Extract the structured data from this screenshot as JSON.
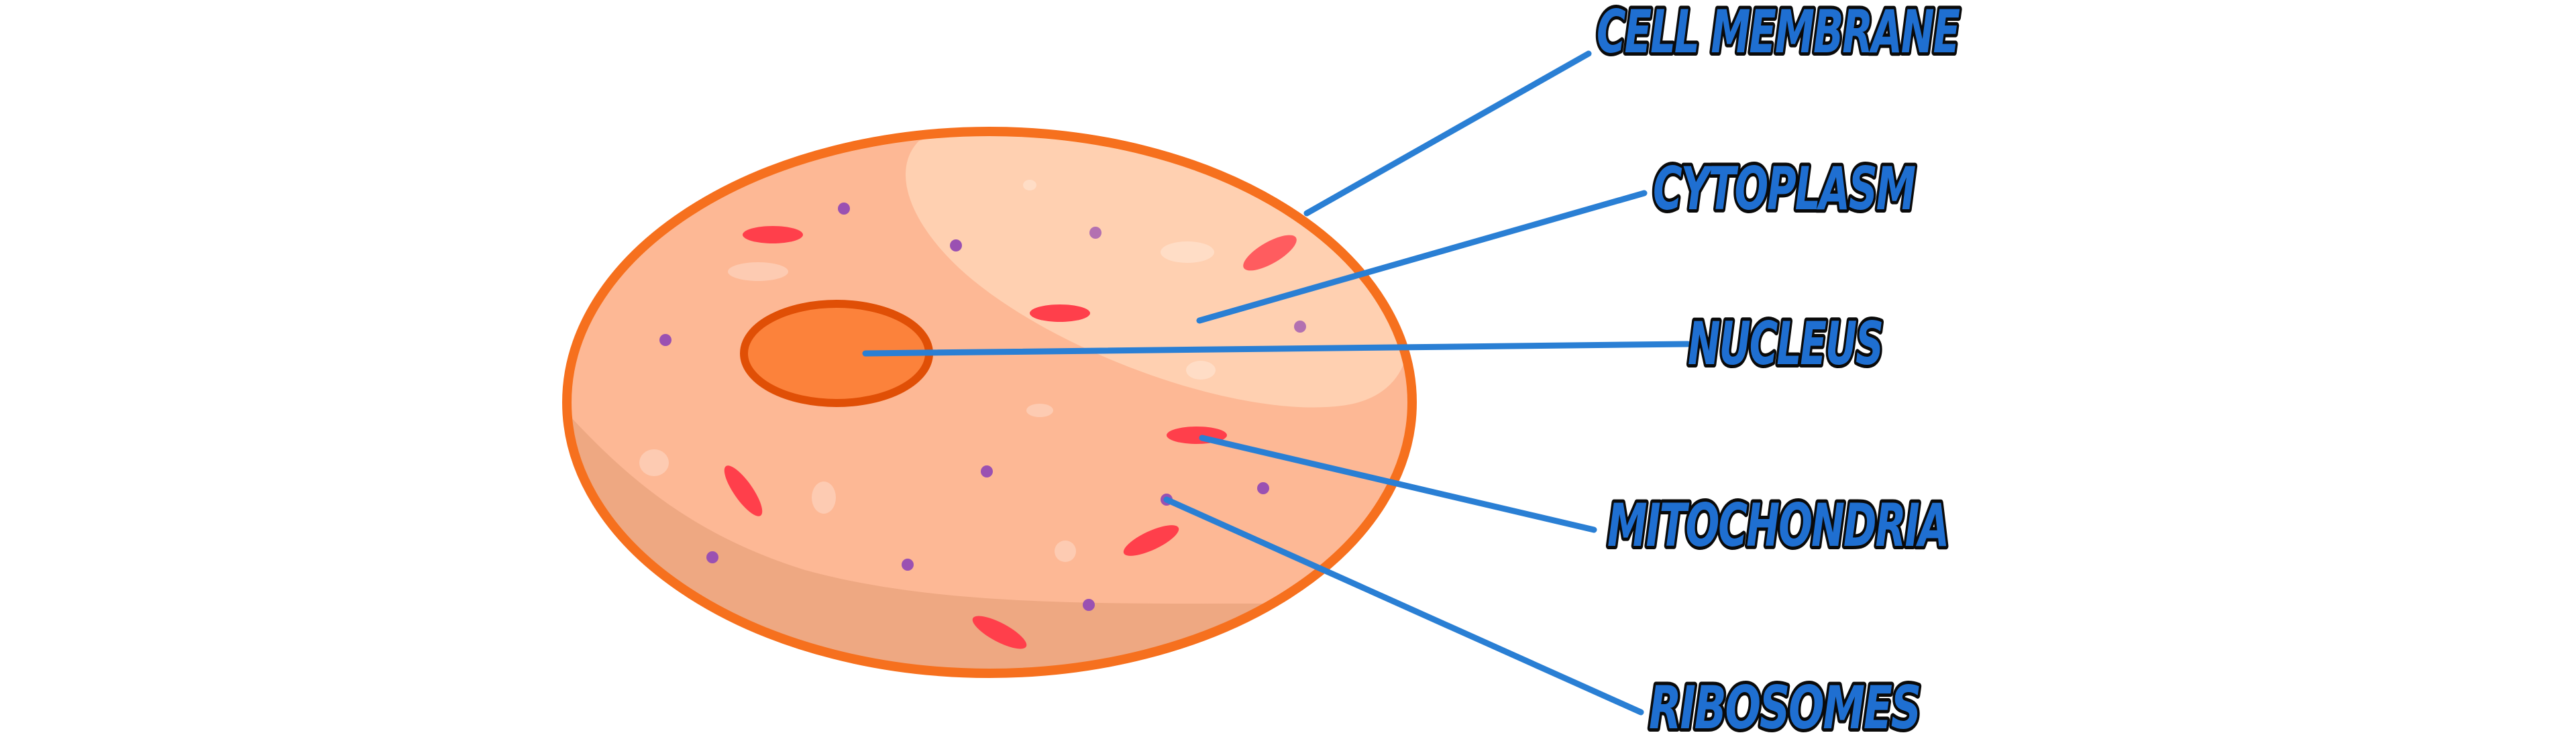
{
  "colors": {
    "background": "#ffffff",
    "cell_fill": "#fdb895",
    "cell_outline": "#f6701e",
    "cell_highlight": "#ffd3b6",
    "cell_shadow": "#eba47f",
    "nucleus_fill": "#fc823b",
    "nucleus_outline": "#e04f06",
    "mitochondria": "#ff3f4b",
    "ribosome": "#9a51b2",
    "leader_line": "#2a7fd4",
    "label_fill": "#1f6fd1",
    "label_outline": "#0a0a0a"
  },
  "labels": {
    "cell_membrane": "CELL MEMBRANE",
    "cytoplasm": "CYTOPLASM",
    "nucleus": "NUCLEUS",
    "mitochondria": "MITOCHONDRIA",
    "ribosomes": "RIBOSOMES"
  }
}
